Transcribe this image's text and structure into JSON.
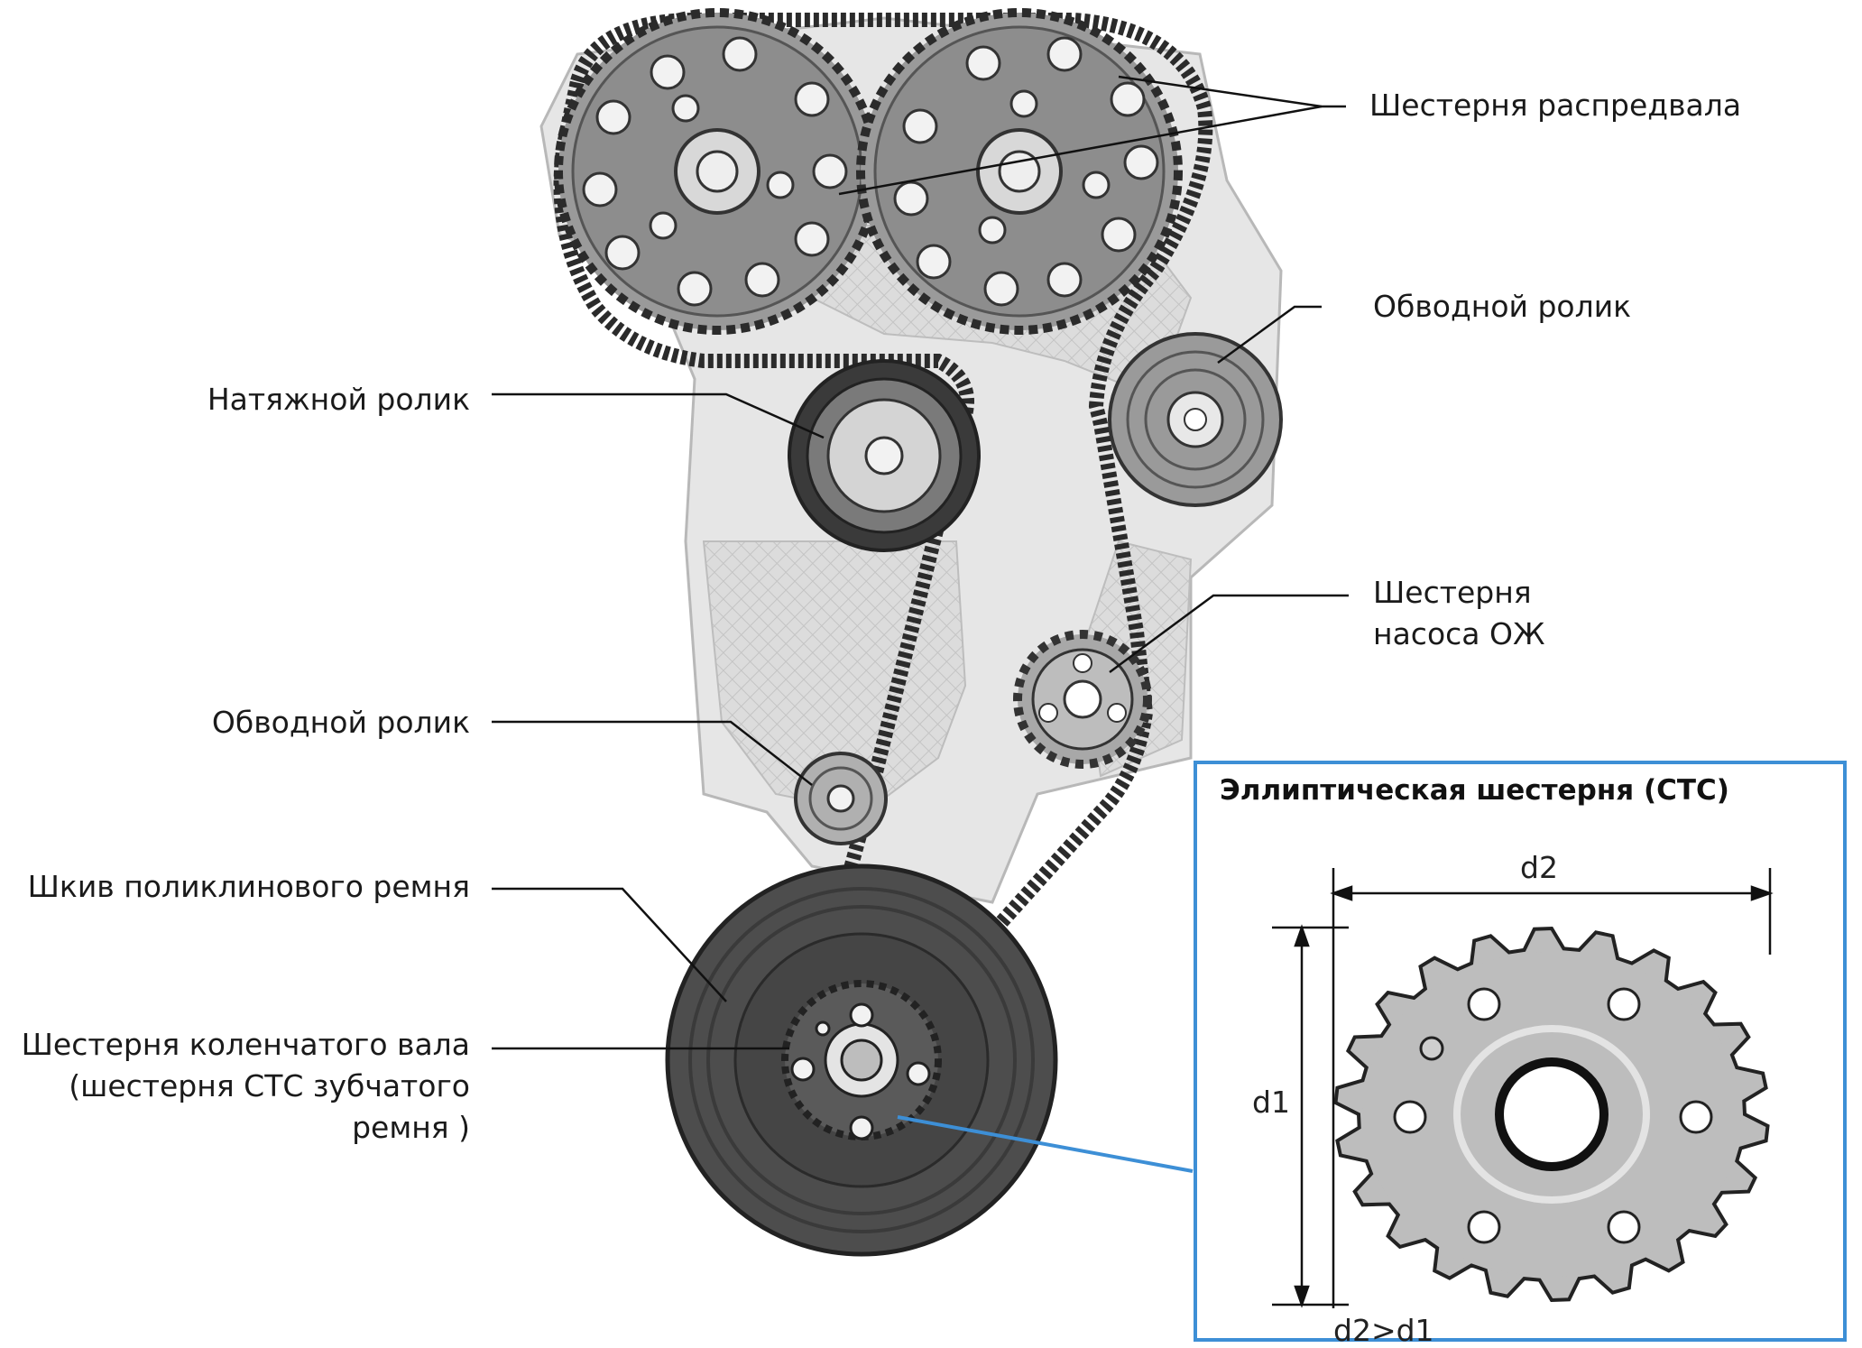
{
  "labels": {
    "camshaft_gear": "Шестерня распредвала",
    "idler_roller_top": "Обводной ролик",
    "tensioner_roller": "Натяжной ролик",
    "water_pump_gear_line1": "Шестерня",
    "water_pump_gear_line2": "насоса ОЖ",
    "idler_roller_bottom": "Обводной ролик",
    "poly_v_pulley": "Шкив поликлинового ремня",
    "crank_gear_line1": "Шестерня коленчатого вала",
    "crank_gear_line2": "(шестерня СТС зубчатого",
    "crank_gear_line3": "ремня )"
  },
  "inset": {
    "title": "Эллиптическая шестерня (СТС)",
    "d2": "d2",
    "d1": "d1",
    "relation": "d2>d1"
  },
  "colors": {
    "inset_border": "#3d8fd6",
    "belt": "#2b2b2b",
    "gear_fill": "#8a8a8a",
    "block_fill": "#e4e4e4"
  }
}
